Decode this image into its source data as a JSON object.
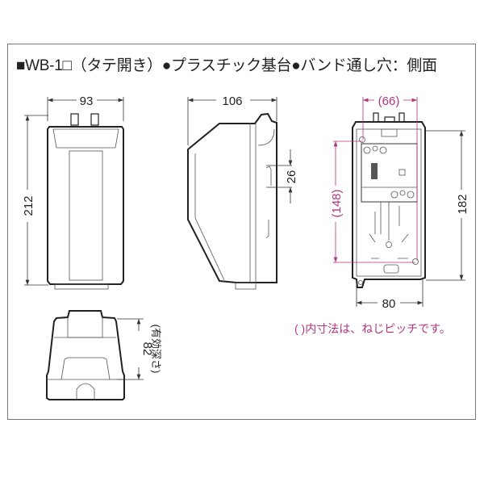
{
  "title": "■WB-1□（タテ開き）●プラスチック基台●バンド通し穴：側面",
  "note": "( )内寸法は、ねじピッチです。",
  "colors": {
    "pitch": "#b0357f",
    "line": "#222222"
  },
  "dimensions": {
    "front_width": "93",
    "front_height": "212",
    "side_depth": "106",
    "band_hole": "26",
    "base_pitch_width": "(66)",
    "base_pitch_height": "(148)",
    "base_height": "182",
    "base_width": "80",
    "bottom_depth": "82",
    "bottom_depth_label": "(有効深さ)"
  }
}
